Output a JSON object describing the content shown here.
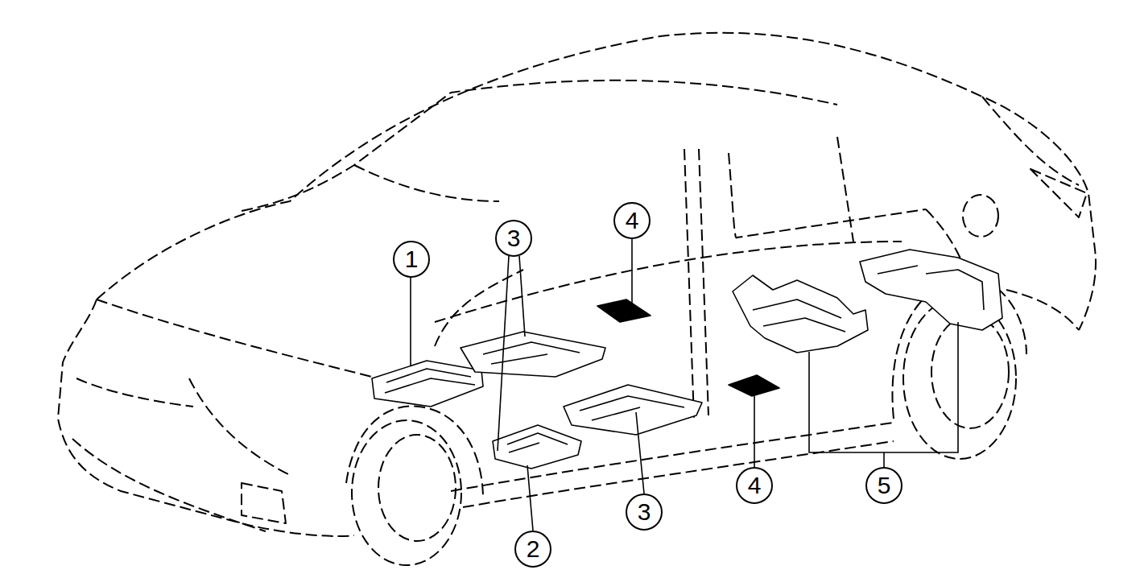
{
  "diagram": {
    "labels": [
      "4",
      "3",
      "1",
      "4",
      "5",
      "3",
      "2"
    ]
  }
}
